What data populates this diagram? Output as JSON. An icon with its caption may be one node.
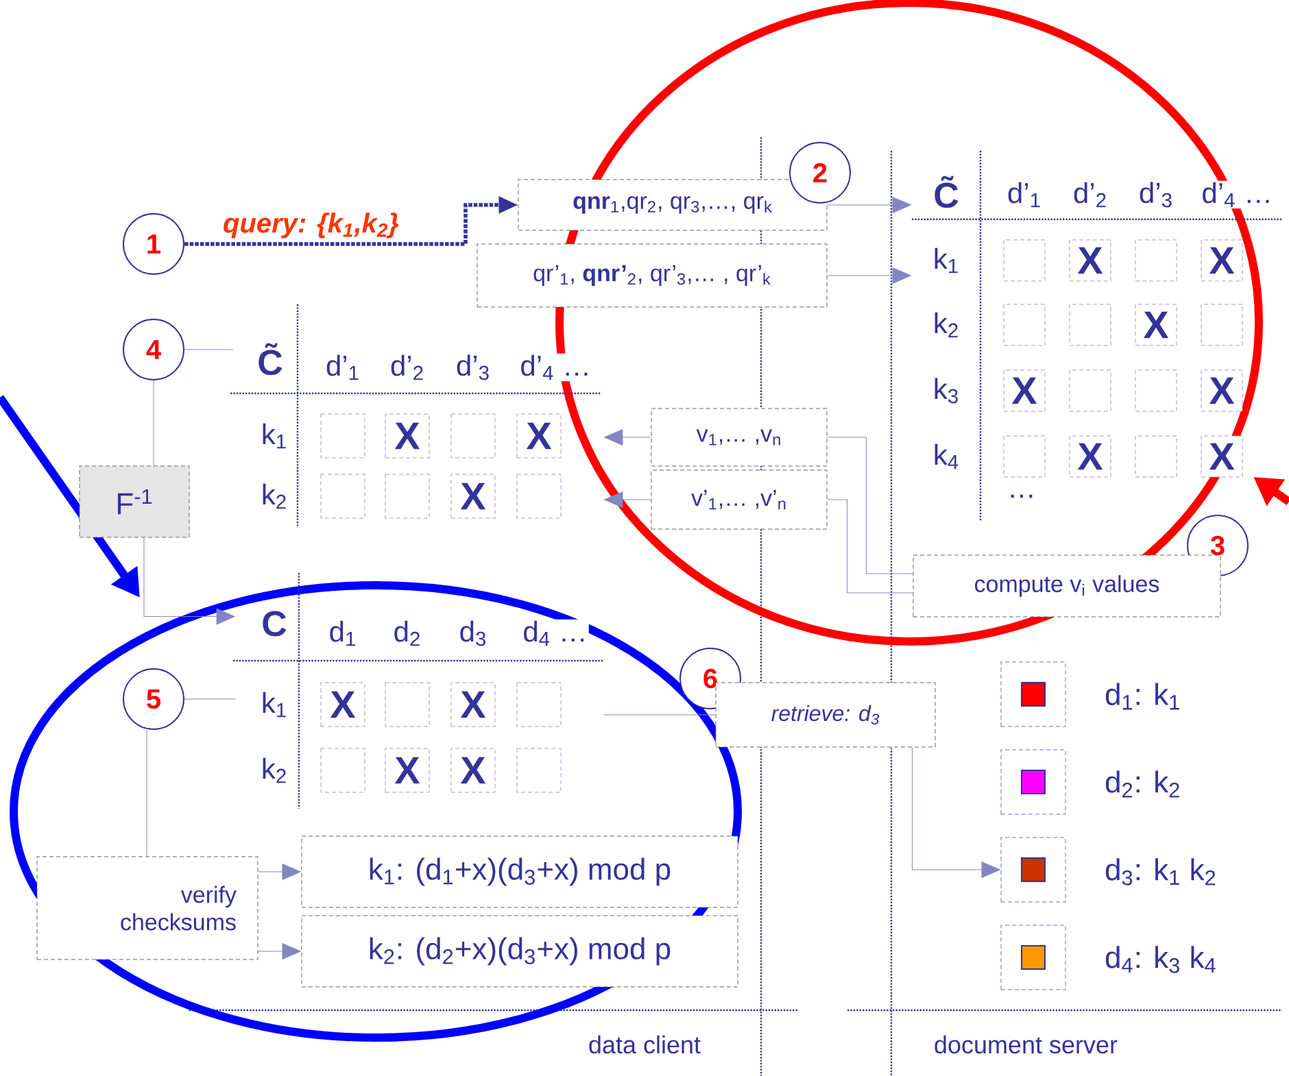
{
  "diagram": {
    "nodes": [
      {
        "text": [
          "1"
        ]
      },
      {
        "text": [
          "**qnr**$_{1}$,qr$_{2}$, qr$_{3}$,…, qr$_{k}$"
        ]
      },
      {
        "text": [
          "qr’$_{1}$, **qnr’**$_{2}$, qr’$_{3}$,… , qr’$_{k}$"
        ]
      },
      {
        "text": [
          "2"
        ]
      },
      {
        "text": [
          "C̃",
          "d’$_{1}$",
          "d’$_{2}$",
          "d’$_{3}$",
          "d’$_{4}$ …",
          "k$_{1}$",
          "X",
          "X",
          "k$_{2}$",
          "X",
          "k$_{3}$",
          "X",
          "X",
          "k$_{4}$",
          "X",
          "X",
          "…"
        ]
      },
      {
        "text": [
          "3"
        ]
      },
      {
        "text": [
          "compute v$_{i}$ values"
        ]
      },
      {
        "text": [
          "v$_{1}$,… ,v$_{n}$"
        ]
      },
      {
        "text": [
          "v’$_{1}$,… ,v’$_{n}$"
        ]
      },
      {
        "text": [
          "4"
        ]
      },
      {
        "text": [
          "C̃",
          "d’$_{1}$",
          "d’$_{2}$",
          "d’$_{3}$",
          "d’$_{4}$ …",
          "k$_{1}$",
          "X",
          "X",
          "k$_{2}$",
          "X"
        ]
      },
      {
        "text": [
          "F$^{-1}$"
        ]
      },
      {
        "text": [
          "C",
          "d$_{1}$",
          "d$_{2}$",
          "d$_{3}$",
          "d$_{4}$ …",
          "k$_{1}$",
          "X",
          "X",
          "k$_{2}$",
          "X",
          "X"
        ]
      },
      {
        "text": [
          "5"
        ]
      },
      {
        "text": [
          "verify checksums"
        ]
      },
      {
        "text": [
          "k$_{1}$: (d$_{1}$+x)(d$_{3}$+x) mod p"
        ]
      },
      {
        "text": [
          "k$_{2}$: (d$_{2}$+x)(d$_{3}$+x) mod p"
        ]
      },
      {
        "text": [
          "6"
        ]
      },
      {
        "text": [
          "retrieve: d$_{3}$"
        ]
      },
      {
        "text": [],
        "shape": "box",
        "beside": [
          "d$_{1}$: k$_{1}$"
        ]
      },
      {
        "text": [],
        "shape": "box",
        "beside": [
          "d$_{2}$: k$_{2}$"
        ]
      },
      {
        "text": [],
        "shape": "box",
        "beside": [
          "d$_{3}$: k$_{1}$ k$_{2}$"
        ]
      },
      {
        "text": [],
        "shape": "box",
        "beside": [
          "d$_{4}$: k$_{3}$ k$_{4}$"
        ]
      }
    ],
    "edges": [
      {
        "from": 0,
        "to": 1,
        "arrow": "to",
        "style": "dashed",
        "label": "query: {k$_{1}$,k$_{2}$}"
      },
      {
        "from": 1,
        "to": 4,
        "arrow": "to"
      },
      {
        "from": 2,
        "to": 4,
        "arrow": "to"
      },
      {
        "from": 6,
        "to": 7,
        "arrow": "none"
      },
      {
        "from": 6,
        "to": 8,
        "arrow": "none"
      },
      {
        "from": 7,
        "to": 10,
        "arrow": "to"
      },
      {
        "from": 8,
        "to": 10,
        "arrow": "to"
      },
      {
        "from": 9,
        "to": 10,
        "arrow": "none"
      },
      {
        "from": 9,
        "to": 11,
        "arrow": "none"
      },
      {
        "from": 11,
        "to": 12,
        "arrow": "to"
      },
      {
        "from": 13,
        "to": 12,
        "arrow": "none"
      },
      {
        "from": 13,
        "to": 14,
        "arrow": "none"
      },
      {
        "from": 14,
        "to": 15,
        "arrow": "to"
      },
      {
        "from": 14,
        "to": 16,
        "arrow": "to"
      },
      {
        "from": 12,
        "to": 18,
        "arrow": "none"
      },
      {
        "from": 18,
        "to": 21,
        "arrow": "to"
      }
    ],
    "labels": [
      "data client",
      "document server"
    ]
  }
}
